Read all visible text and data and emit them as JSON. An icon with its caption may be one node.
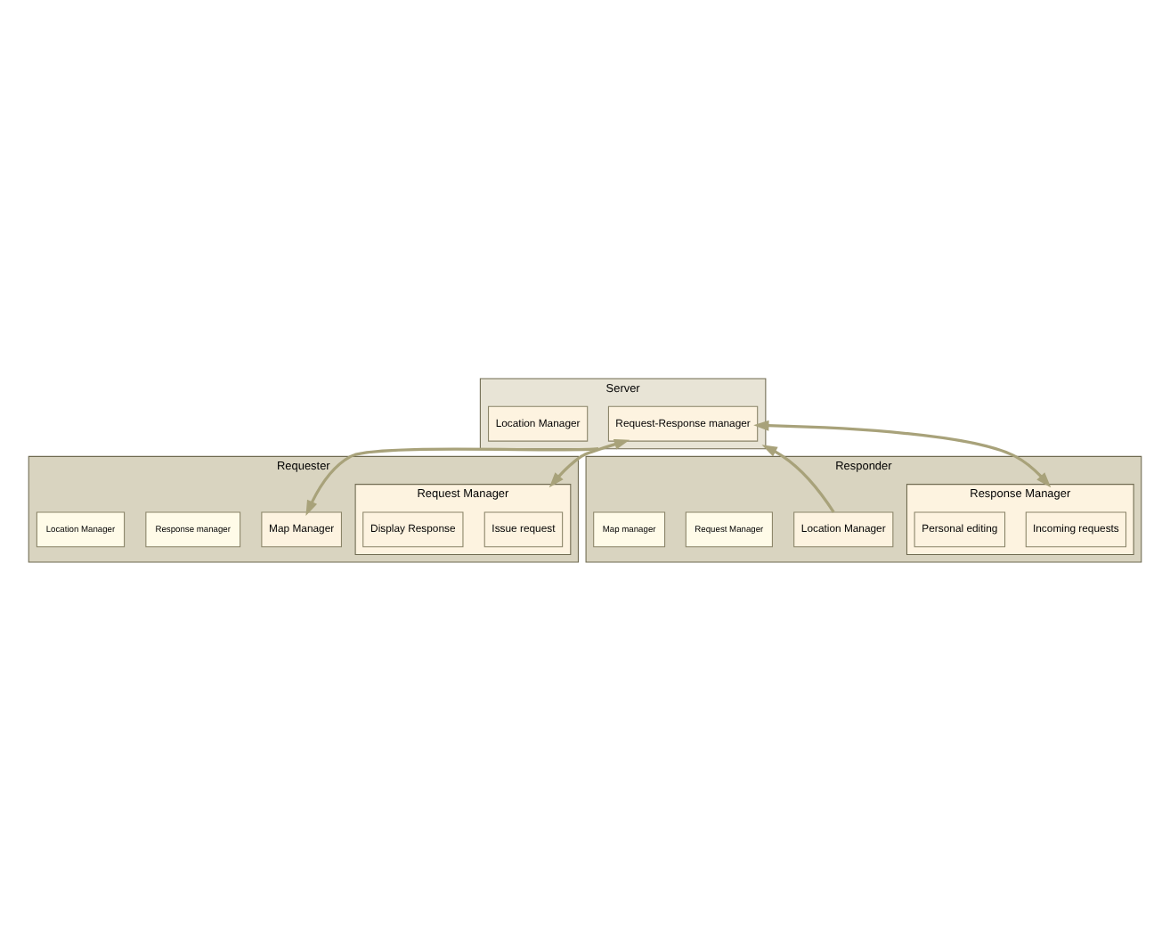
{
  "diagram": {
    "nodes": [
      {
        "text": [
          "Server"
        ]
      },
      {
        "text": [
          "Request-Response manager"
        ],
        "in": 0
      },
      {
        "text": [
          "Location Manager"
        ],
        "in": 0
      },
      {
        "text": [
          "Requester"
        ]
      },
      {
        "text": [
          "Request Manager"
        ],
        "in": 3
      },
      {
        "text": [
          "Issue request"
        ],
        "in": 4
      },
      {
        "text": [
          "Display Response"
        ],
        "in": 4
      },
      {
        "text": [
          "Map Manager"
        ],
        "in": 3
      },
      {
        "text": [
          "Response manager"
        ],
        "in": 3
      },
      {
        "text": [
          "Location Manager"
        ],
        "in": 3
      },
      {
        "text": [
          "Responder"
        ]
      },
      {
        "text": [
          "Response Manager"
        ],
        "in": 10
      },
      {
        "text": [
          "Incoming requests"
        ],
        "in": 11
      },
      {
        "text": [
          "Personal editing"
        ],
        "in": 11
      },
      {
        "text": [
          "Location Manager"
        ],
        "in": 10
      },
      {
        "text": [
          "Request Manager"
        ],
        "in": 10
      },
      {
        "text": [
          "Map manager"
        ],
        "in": 10
      }
    ],
    "edges": [
      {
        "from": 1,
        "to": 4,
        "arrow": "both"
      },
      {
        "from": 1,
        "to": 11,
        "arrow": "both"
      },
      {
        "from": 0,
        "to": 7,
        "arrow": "to"
      },
      {
        "from": 14,
        "to": 0,
        "arrow": "to"
      }
    ]
  }
}
